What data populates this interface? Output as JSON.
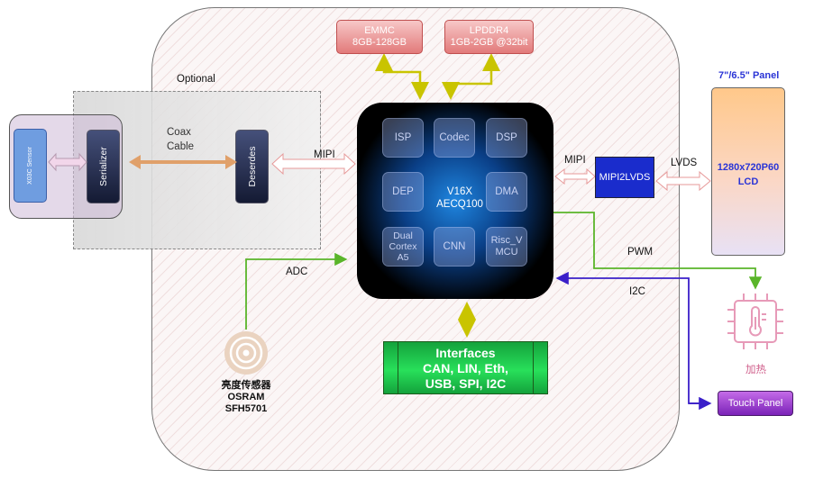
{
  "optional_label": "Optional",
  "sensor": "X03C Sensor",
  "serializer": "Serializer",
  "deserializer": "Deserdes",
  "coax_label": "Coax",
  "cable_label": "Cable",
  "mipi_in_label": "MIPI",
  "mipi_out_label": "MIPI",
  "lvds_label": "LVDS",
  "pwm_label": "PWM",
  "i2c_label": "I2C",
  "adc_label": "ADC",
  "emmc": {
    "line1": "EMMC",
    "line2": "8GB-128GB"
  },
  "lpddr": {
    "line1": "LPDDR4",
    "line2": "1GB-2GB @32bit"
  },
  "soc": {
    "line1": "V16X",
    "line2": "AECQ100"
  },
  "cores": {
    "isp": "ISP",
    "codec": "Codec",
    "dsp": "DSP",
    "dep": "DEP",
    "dma": "DMA",
    "cortex_l1": "Dual",
    "cortex_l2": "Cortex",
    "cortex_l3": "A5",
    "cnn": "CNN",
    "riscv_l1": "Risc_V",
    "riscv_l2": "MCU"
  },
  "mipi2lvds": "MIPI2LVDS",
  "panel_title": "7\"/6.5\" Panel",
  "lcd": {
    "line1": "1280x720P60",
    "line2": "LCD"
  },
  "interfaces": {
    "line1": "Interfaces",
    "line2": "CAN, LIN, Eth,",
    "line3": "USB, SPI, I2C"
  },
  "light_sensor": {
    "line1": "亮度传感器",
    "line2": "OSRAM",
    "line3": "SFH5701"
  },
  "heater_label": "加热",
  "touch_panel": "Touch Panel",
  "colors": {
    "soc_center": "#1f86e0",
    "memory": "#e27a7a",
    "interfaces": "#28e05a",
    "bridge": "#1a2ccc",
    "touch": "#9b3fd0",
    "bus_yellow": "#c9c400",
    "link_green": "#5ab52a",
    "i2c_blue": "#3a1fc9"
  }
}
